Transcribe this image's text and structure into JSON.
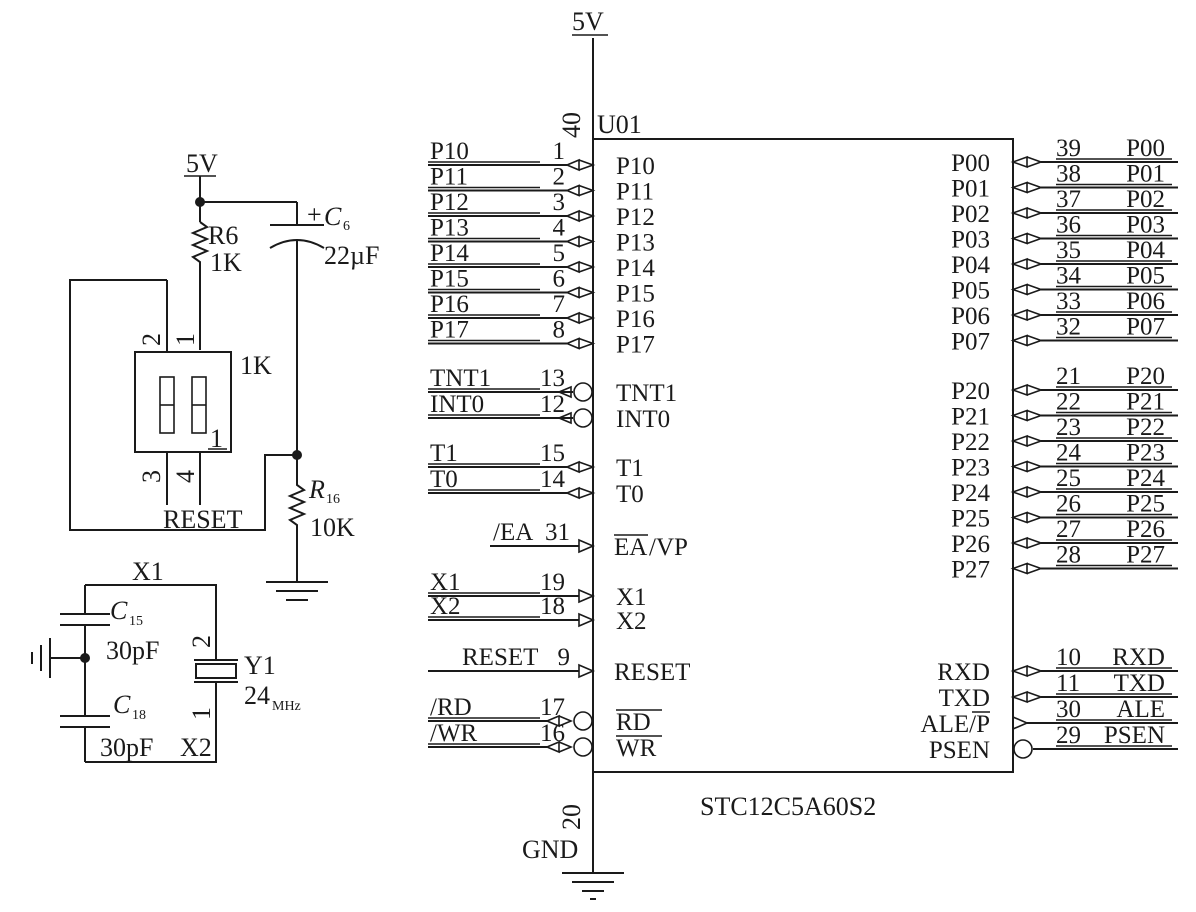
{
  "chip": {
    "designator": "U01",
    "part_number": "STC12C5A60S2",
    "vcc_pin": "40",
    "gnd_pin": "20",
    "vcc_net": "5V",
    "gnd_net": "GND",
    "left_pins": [
      {
        "net": "P10",
        "num": "1",
        "name": "P10"
      },
      {
        "net": "P11",
        "num": "2",
        "name": "P11"
      },
      {
        "net": "P12",
        "num": "3",
        "name": "P12"
      },
      {
        "net": "P13",
        "num": "4",
        "name": "P13"
      },
      {
        "net": "P14",
        "num": "5",
        "name": "P14"
      },
      {
        "net": "P15",
        "num": "6",
        "name": "P15"
      },
      {
        "net": "P16",
        "num": "7",
        "name": "P16"
      },
      {
        "net": "P17",
        "num": "8",
        "name": "P17"
      }
    ],
    "int_pins": [
      {
        "net": "TNT1",
        "num": "13",
        "name": "TNT1"
      },
      {
        "net": "INT0",
        "num": "12",
        "name": "INT0"
      }
    ],
    "timer_pins": [
      {
        "net": "T1",
        "num": "15",
        "name": "T1"
      },
      {
        "net": "T0",
        "num": "14",
        "name": "T0"
      }
    ],
    "ea_pin": {
      "net": "/EA",
      "num": "31",
      "name_bar": "EA",
      "name_rest": "/VP"
    },
    "xtal_pins": [
      {
        "net": "X1",
        "num": "19",
        "name": "X1"
      },
      {
        "net": "X2",
        "num": "18",
        "name": "X2"
      }
    ],
    "reset_pin": {
      "net": "RESET",
      "num": "9",
      "name": "RESET"
    },
    "rw_pins": [
      {
        "net": "/RD",
        "num": "17",
        "name": "RD"
      },
      {
        "net": "/WR",
        "num": "16",
        "name": "WR"
      }
    ],
    "port0_pins": [
      {
        "net": "P00",
        "num": "39",
        "name": "P00"
      },
      {
        "net": "P01",
        "num": "38",
        "name": "P01"
      },
      {
        "net": "P02",
        "num": "37",
        "name": "P02"
      },
      {
        "net": "P03",
        "num": "36",
        "name": "P03"
      },
      {
        "net": "P04",
        "num": "35",
        "name": "P04"
      },
      {
        "net": "P05",
        "num": "34",
        "name": "P05"
      },
      {
        "net": "P06",
        "num": "33",
        "name": "P06"
      },
      {
        "net": "P07",
        "num": "32",
        "name": "P07"
      }
    ],
    "port2_pins": [
      {
        "net": "P20",
        "num": "21",
        "name": "P20"
      },
      {
        "net": "P21",
        "num": "22",
        "name": "P21"
      },
      {
        "net": "P22",
        "num": "23",
        "name": "P22"
      },
      {
        "net": "P23",
        "num": "24",
        "name": "P23"
      },
      {
        "net": "P24",
        "num": "25",
        "name": "P24"
      },
      {
        "net": "P25",
        "num": "26",
        "name": "P25"
      },
      {
        "net": "P26",
        "num": "27",
        "name": "P26"
      },
      {
        "net": "P27",
        "num": "28",
        "name": "P27"
      }
    ],
    "serial_pins": [
      {
        "net": "RXD",
        "num": "10",
        "name": "RXD"
      },
      {
        "net": "TXD",
        "num": "11",
        "name": "TXD"
      },
      {
        "net": "ALE",
        "num": "30",
        "name": "ALE/P"
      },
      {
        "net": "PSEN",
        "num": "29",
        "name": "PSEN"
      }
    ]
  },
  "reset_circuit": {
    "vcc_net": "5V",
    "r6_designator": "R6",
    "r6_value": "1K",
    "button_value": "1K",
    "button_pins": [
      "2",
      "1",
      "3",
      "4"
    ],
    "c6_designator": "C",
    "c6_sub": "6",
    "c6_plus": "+",
    "c6_value": "22µF",
    "r16_designator": "R",
    "r16_sub": "16",
    "r16_value": "10K",
    "reset_net": "RESET"
  },
  "crystal_circuit": {
    "x1_net": "X1",
    "x2_net": "X2",
    "c15_designator": "C",
    "c15_sub": "15",
    "c15_value": "30pF",
    "c18_designator": "C",
    "c18_sub": "18",
    "c18_value": "30pF",
    "y1_designator": "Y1",
    "y1_value": "24",
    "y1_unit": "MHz",
    "y1_pin_top": "2",
    "y1_pin_bottom": "1"
  }
}
